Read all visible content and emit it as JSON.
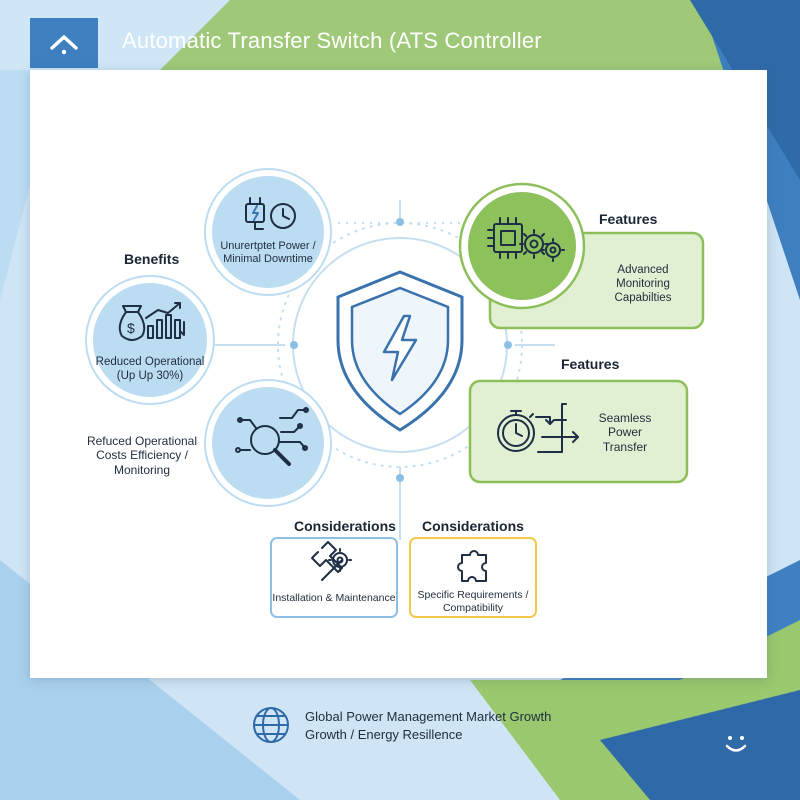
{
  "header": {
    "title": "Automatic Transfer Switch (ATS Controller",
    "logo_icon": "chevron-up-icon"
  },
  "benefits": {
    "heading": "Benefits",
    "power": "Unurertptet Power / Minimal Downtime",
    "operational": "Reduced Operational (Up Up 30%)",
    "monitoring": "Refuced Operational Costs Efficiency / Monitoring"
  },
  "features": {
    "heading_top": "Features",
    "heading_bottom": "Features",
    "monitoring": "Advanced Monitoring Capabilties",
    "transfer": "Seamless Power Transfer"
  },
  "considerations": {
    "heading_left": "Considerations",
    "heading_right": "Considerations",
    "installation": "Installation & Maintenance",
    "requirements": "Specific Requirements / Compatibility"
  },
  "footer": {
    "line1": "Global Power Management Market Growth",
    "line2": "Growth / Energy Resillence"
  },
  "colors": {
    "blue": "#3d78b5",
    "light_blue": "#bcdcf2",
    "green": "#8cbf5a",
    "light_green": "#e1efd2",
    "yellow": "#f2c94c",
    "dark_blue_icon": "#1e4f86"
  },
  "icons": [
    "plug-clock-icon",
    "money-bag-chart-icon",
    "magnifier-circuit-icon",
    "shield-bolt-icon",
    "chip-gears-icon",
    "stopwatch-arrows-icon",
    "wrench-gear-icon",
    "puzzle-icon",
    "globe-icon",
    "smile-icon"
  ]
}
